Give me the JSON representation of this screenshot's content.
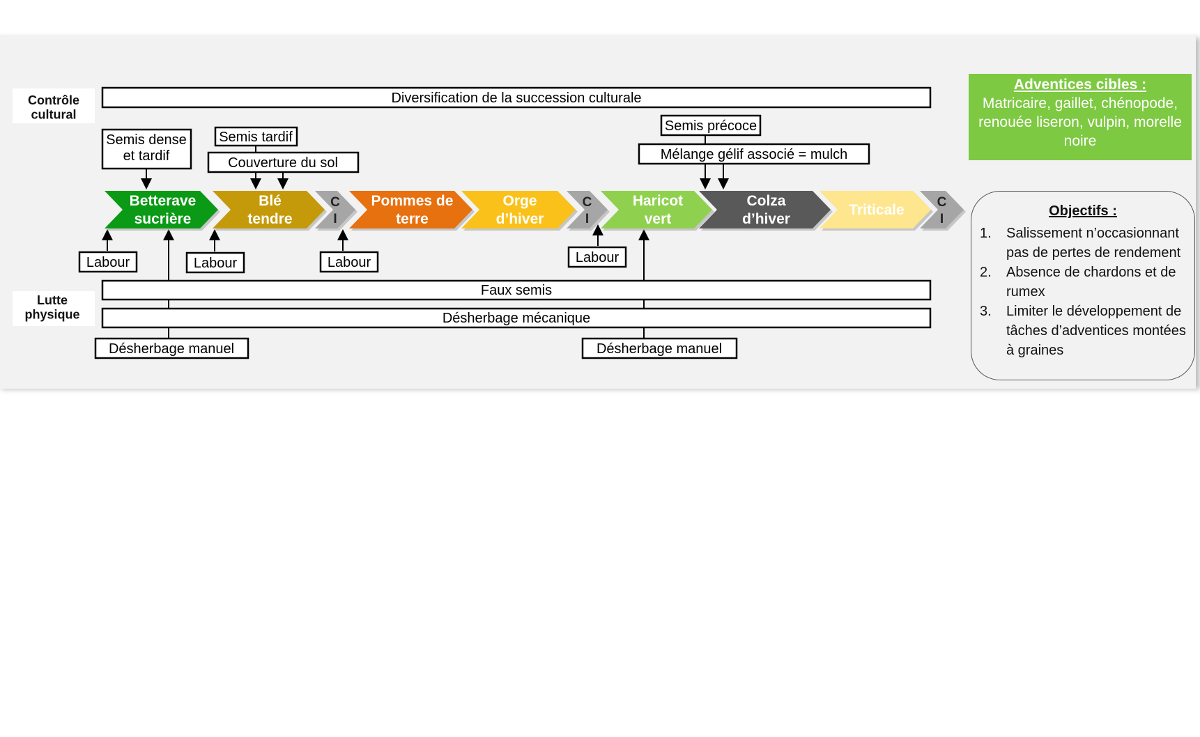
{
  "rows": {
    "cultural": "Contrôle\ncultural",
    "physical": "Lutte\nphysique"
  },
  "bars": {
    "diversification": "Diversification de la succession culturale",
    "faux_semis": "Faux semis",
    "desherbage_meca": "Désherbage mécanique"
  },
  "boxes": {
    "semis_dense": "Semis dense\net tardif",
    "semis_tardif": "Semis tardif",
    "couverture": "Couverture du sol",
    "semis_precoce": "Semis précoce",
    "melange": "Mélange gélif associé = mulch",
    "labour": "Labour",
    "desherbage_manuel": "Désherbage manuel"
  },
  "crops": [
    {
      "label": "Betterave\nsucrière",
      "color": "#0a9a16",
      "text_color": "#ffffff"
    },
    {
      "label": "Blé\ntendre",
      "color": "#c59a0a",
      "text_color": "#ffffff"
    },
    {
      "label": "C\nI",
      "color": "#a6a6a6",
      "text_color": "#222222"
    },
    {
      "label": "Pommes de\nterre",
      "color": "#e7700f",
      "text_color": "#ffffff"
    },
    {
      "label": "Orge\nd’hiver",
      "color": "#f9c11a",
      "text_color": "#ffffff"
    },
    {
      "label": "C\nI",
      "color": "#a6a6a6",
      "text_color": "#222222"
    },
    {
      "label": "Haricot\nvert",
      "color": "#8fd14f",
      "text_color": "#ffffff"
    },
    {
      "label": "Colza\nd’hiver",
      "color": "#595959",
      "text_color": "#ffffff"
    },
    {
      "label": "Triticale",
      "color": "#fde68d",
      "text_color": "#ffffff"
    },
    {
      "label": "C\nI",
      "color": "#a6a6a6",
      "text_color": "#222222"
    }
  ],
  "weeds": {
    "title": "Adventices cibles :",
    "text": "Matricaire, gaillet, chénopode, renouée liseron, vulpin,  morelle noire"
  },
  "objectives": {
    "title": "Objectifs :",
    "items": [
      {
        "num": "1.",
        "text": "Salissement n’occasionnant pas de pertes de rendement"
      },
      {
        "num": "2.",
        "text": "Absence de chardons et de rumex"
      },
      {
        "num": "3.",
        "text": "Limiter le développement de tâches d’adventices montées à graines"
      }
    ]
  }
}
